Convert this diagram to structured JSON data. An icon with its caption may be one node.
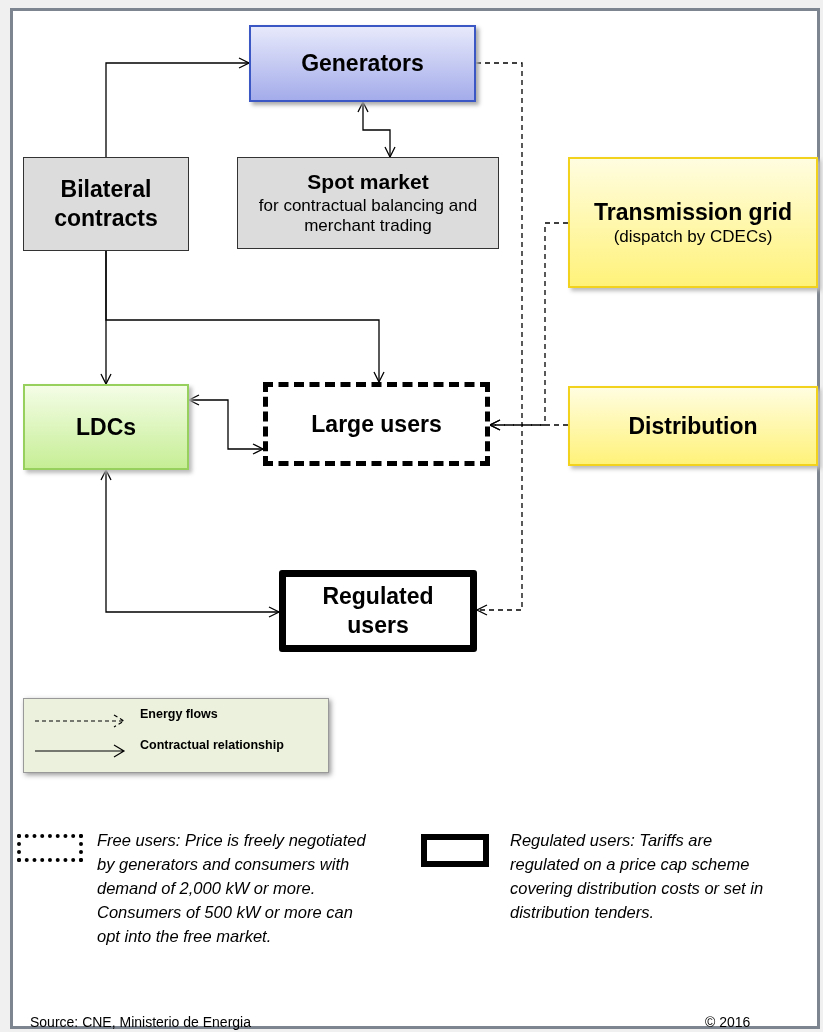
{
  "diagram": {
    "nodes": [
      {
        "text": [
          "Generators"
        ]
      },
      {
        "text": [
          "Bilateral contracts"
        ]
      },
      {
        "text": [
          "Spot market",
          "for contractual balancing and merchant trading"
        ]
      },
      {
        "text": [
          "Transmission grid",
          "(dispatch by CDECs)"
        ]
      },
      {
        "text": [
          "LDCs"
        ]
      },
      {
        "text": [
          "Large users"
        ]
      },
      {
        "text": [
          "Distribution"
        ]
      },
      {
        "text": [
          "Regulated users"
        ]
      }
    ],
    "edges": [
      {
        "from": 1,
        "to": 0,
        "arrow": "to"
      },
      {
        "from": 0,
        "to": 2,
        "arrow": "both"
      },
      {
        "from": 1,
        "to": 4,
        "arrow": "to"
      },
      {
        "from": 1,
        "to": 5,
        "arrow": "to"
      },
      {
        "from": 4,
        "to": 5,
        "arrow": "both"
      },
      {
        "from": 4,
        "to": 7,
        "arrow": "both"
      },
      {
        "from": 0,
        "to": 7,
        "arrow": "to",
        "style": "dashed"
      },
      {
        "from": 3,
        "to": 5,
        "arrow": "to",
        "style": "dashed"
      },
      {
        "from": 6,
        "to": 5,
        "arrow": "to",
        "style": "dashed"
      }
    ],
    "labels": [
      "Source: CNE, Ministerio de Energia",
      "© 2016"
    ],
    "legend": [
      {
        "text": "Energy flows"
      },
      {
        "text": "Contractual relationship"
      },
      {
        "text": "Free users: Price is freely negotiated by generators and consumers with demand of 2,000 kW or more. Consumers of 500 kW or more can opt into the free market."
      },
      {
        "text": "Regulated users: Tariffs are regulated on a price cap scheme covering distribution costs or set in distribution tenders."
      }
    ]
  }
}
